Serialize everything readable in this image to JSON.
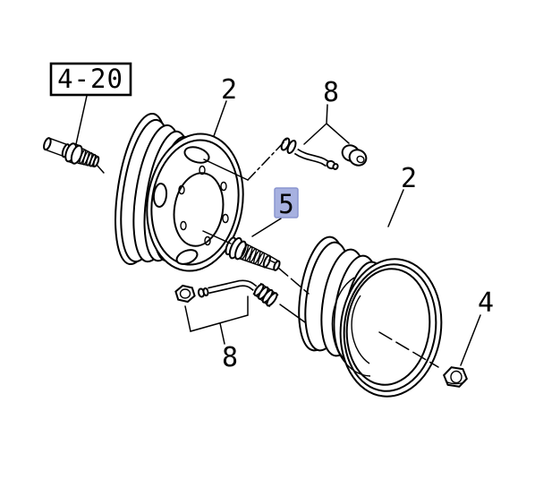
{
  "diagram": {
    "background": "#ffffff",
    "line_color": "#000000",
    "figure_ref": "4-20",
    "callouts": {
      "front_wheel": {
        "label": "2"
      },
      "valve_top": {
        "label": "8"
      },
      "rear_wheel": {
        "label": "2"
      },
      "wheel_bolt": {
        "label": "5",
        "highlighted": true
      },
      "valve_bottom": {
        "label": "8"
      },
      "wheel_nut": {
        "label": "4"
      }
    },
    "highlight": {
      "bg": "#a7b1e0",
      "border": "#8a95cf",
      "text": "#1c2a6e"
    },
    "parts": {
      "stud": "wheel-stud",
      "front_wheel": "disc-wheel-rim",
      "valve_top": "tire-valve-stem-and-nut",
      "wheel_bolt": "wheel-bolt",
      "rear_wheel": "open-rim-wheel",
      "valve_bottom": "tire-valve-stem-and-nut",
      "wheel_nut": "flange-nut"
    }
  }
}
